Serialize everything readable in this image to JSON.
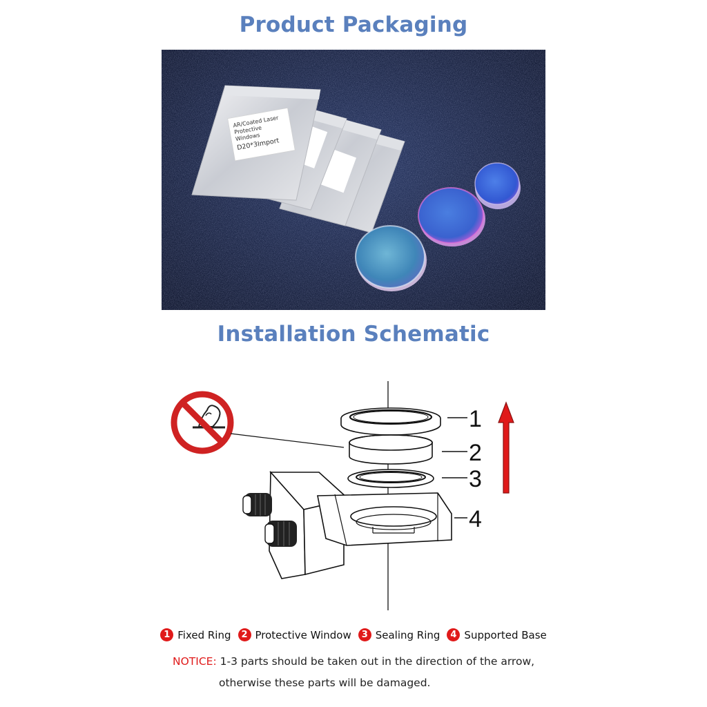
{
  "headings": {
    "packaging": "Product  Packaging",
    "installation": "Installation Schematic"
  },
  "photo": {
    "label_line1": "AR/Coated Laser",
    "label_line2": "Protective",
    "label_line3": "Windows",
    "label_line4": "D20*3Import"
  },
  "schematic": {
    "part_numbers": [
      "1",
      "2",
      "3",
      "4"
    ]
  },
  "legend": {
    "items": [
      {
        "num": "1",
        "label": "Fixed Ring"
      },
      {
        "num": "2",
        "label": "Protective Window"
      },
      {
        "num": "3",
        "label": "Sealing Ring"
      },
      {
        "num": "4",
        "label": "Supported Base"
      }
    ]
  },
  "notice": {
    "label": "NOTICE:",
    "line1": " 1-3 parts should be taken out in the direction of the arrow,",
    "line2": "otherwise these parts will be damaged."
  },
  "colors": {
    "heading": "#5a80bd",
    "accent_red": "#e01a1a",
    "background": "#1c2746"
  }
}
